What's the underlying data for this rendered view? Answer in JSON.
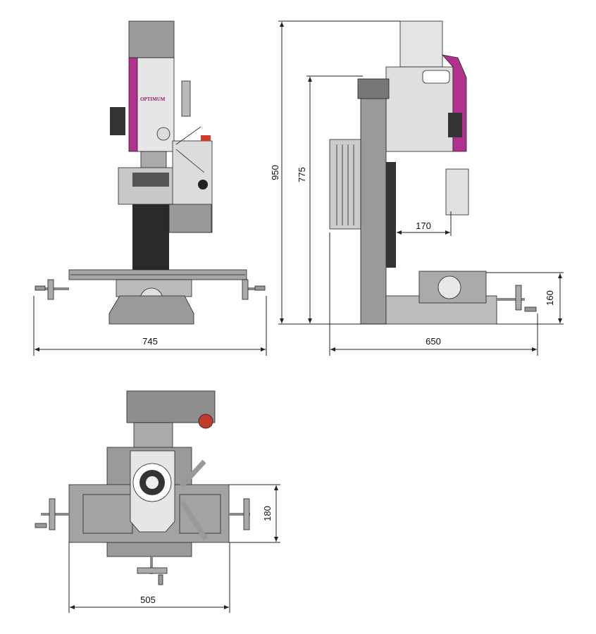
{
  "drawing": {
    "brand_logo": "OPTIMUM",
    "colors": {
      "accent": "#b2318f",
      "body": "#8c8c8c",
      "panel": "#d6d6d6",
      "dark": "#2f2f2f"
    },
    "views": {
      "front": {
        "width_label": "745"
      },
      "side": {
        "height_total_label": "950",
        "height_table_label": "775",
        "throat_label": "170",
        "table_height_label": "160",
        "depth_label": "650"
      },
      "top": {
        "table_depth_label": "180",
        "width_label": "505"
      }
    }
  }
}
